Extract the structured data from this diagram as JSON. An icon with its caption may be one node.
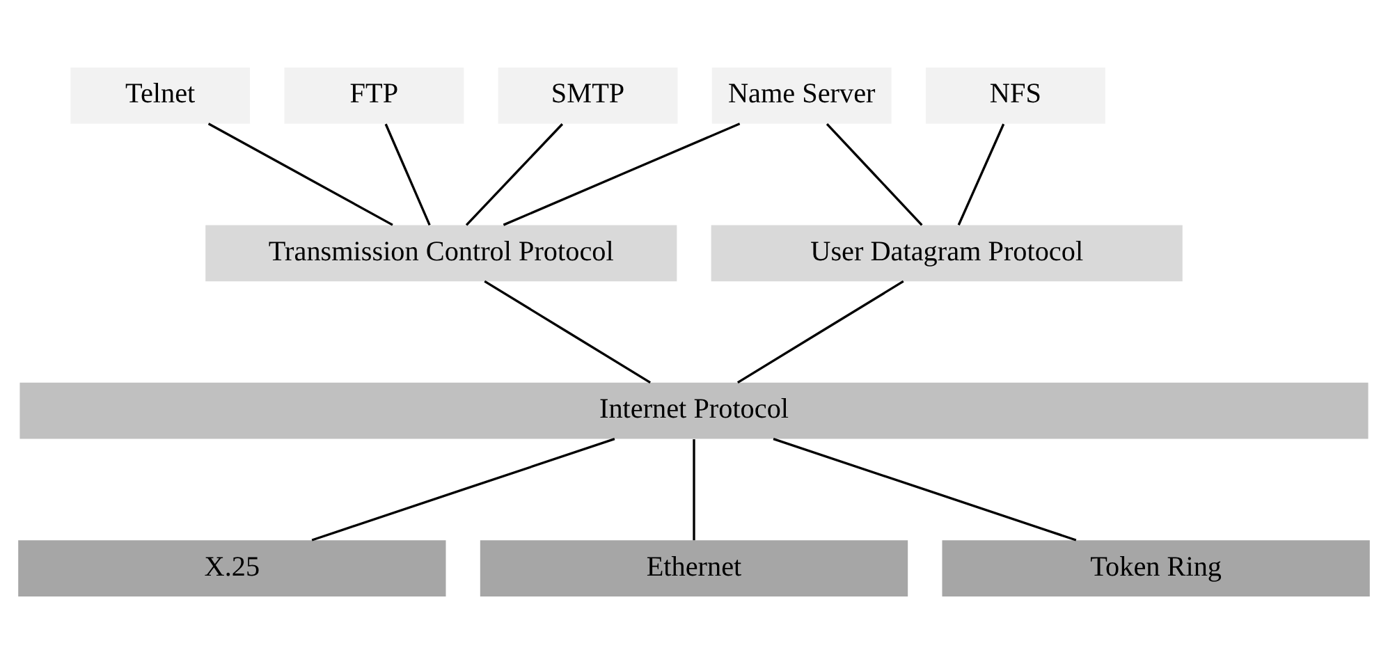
{
  "diagram": {
    "nodes": [
      {
        "text": [
          "Telnet"
        ]
      },
      {
        "text": [
          "FTP"
        ]
      },
      {
        "text": [
          "SMTP"
        ]
      },
      {
        "text": [
          "Name Server"
        ]
      },
      {
        "text": [
          "NFS"
        ]
      },
      {
        "text": [
          "Transmission Control Protocol"
        ]
      },
      {
        "text": [
          "User Datagram Protocol"
        ]
      },
      {
        "text": [
          "Internet Protocol"
        ]
      },
      {
        "text": [
          "X.25"
        ]
      },
      {
        "text": [
          "Ethernet"
        ]
      },
      {
        "text": [
          "Token Ring"
        ]
      }
    ],
    "edges": [
      {
        "from": 0,
        "to": 5,
        "arrow": "none"
      },
      {
        "from": 1,
        "to": 5,
        "arrow": "none"
      },
      {
        "from": 2,
        "to": 5,
        "arrow": "none"
      },
      {
        "from": 3,
        "to": 5,
        "arrow": "none"
      },
      {
        "from": 3,
        "to": 6,
        "arrow": "none"
      },
      {
        "from": 4,
        "to": 6,
        "arrow": "none"
      },
      {
        "from": 5,
        "to": 7,
        "arrow": "none"
      },
      {
        "from": 6,
        "to": 7,
        "arrow": "none"
      },
      {
        "from": 7,
        "to": 8,
        "arrow": "none"
      },
      {
        "from": 7,
        "to": 9,
        "arrow": "none"
      },
      {
        "from": 7,
        "to": 10,
        "arrow": "none"
      }
    ]
  }
}
